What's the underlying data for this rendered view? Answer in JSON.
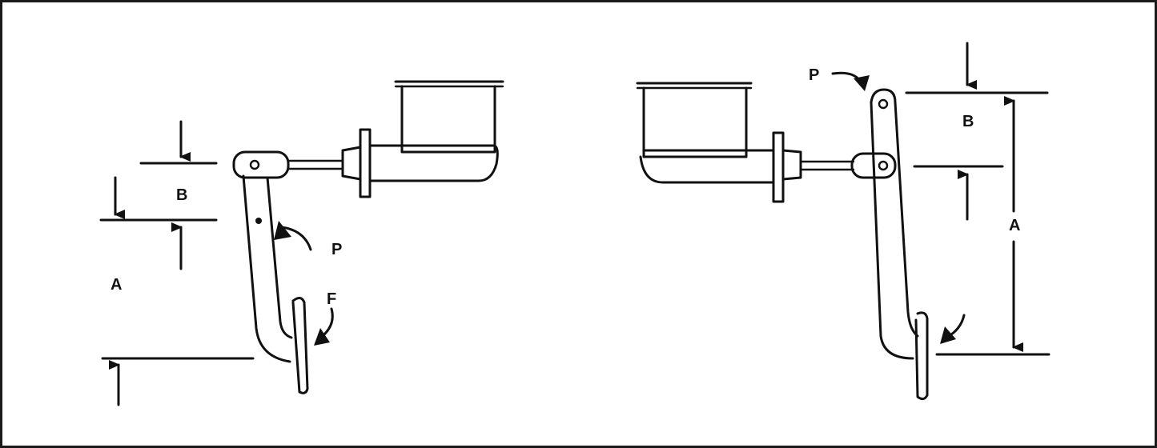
{
  "diagrams": [
    {
      "dim_a": "A",
      "dim_b": "B",
      "pivot_label": "P",
      "force_label": "F"
    },
    {
      "dim_a": "A",
      "dim_b": "B",
      "pivot_label": "P"
    }
  ]
}
